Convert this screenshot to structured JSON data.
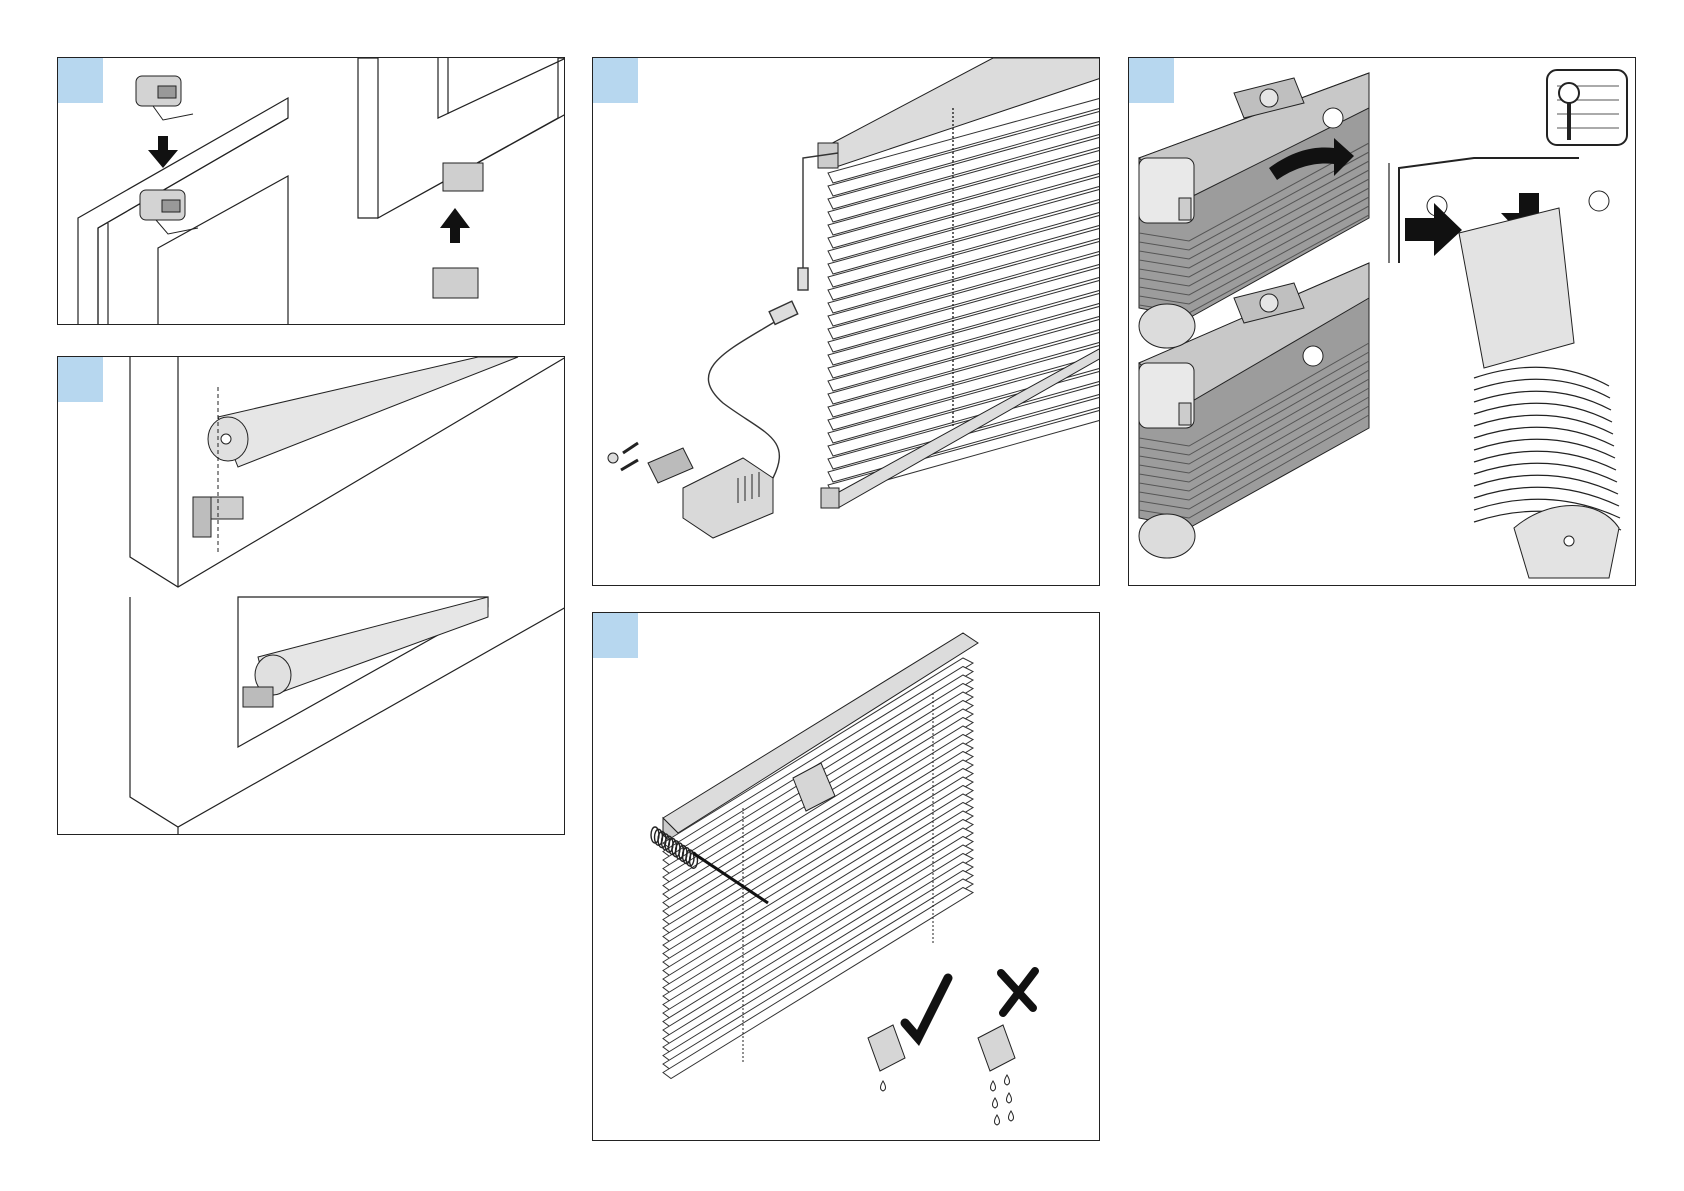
{
  "colors": {
    "step_badge": "#b7d7ef",
    "outline": "#222222",
    "light_gray": "#e8e8e8",
    "mid_gray": "#b5b5b5",
    "dark_gray": "#8a8a8a",
    "arrow": "#111111"
  },
  "panels": [
    {
      "id": "p1",
      "content": "end-bracket-mounting",
      "icons": [
        "bracket-icon",
        "arrow-down-icon",
        "arrow-up-icon"
      ]
    },
    {
      "id": "p2",
      "content": "headrail-clip-installation",
      "icons": [
        "clamp-bracket-icon",
        "headrail-icon"
      ]
    },
    {
      "id": "p3",
      "content": "power-adapter-connection",
      "icons": [
        "plug-adapter-icon",
        "cable-icon",
        "blind-icon"
      ]
    },
    {
      "id": "p4",
      "content": "headrail-bracket-release",
      "icons": [
        "wrench-icon",
        "curved-arrow-icon",
        "arrow-right-icon",
        "arrow-down-icon"
      ]
    },
    {
      "id": "p5",
      "content": "cleaning-instructions",
      "icons": [
        "sponge-icon",
        "check-mark-icon",
        "cross-mark-icon",
        "water-drop-icon"
      ]
    }
  ]
}
